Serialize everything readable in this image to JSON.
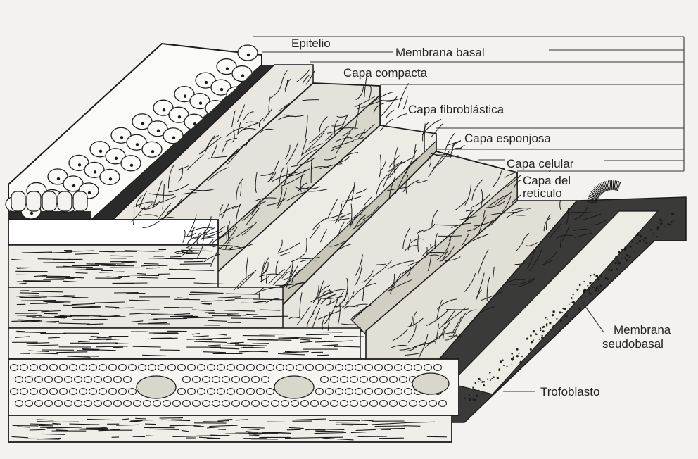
{
  "labels": {
    "epitelio": "Epitelio",
    "membrana_basal": "Membrana basal",
    "capa_compacta": "Capa compacta",
    "capa_fibroblastica": "Capa fibroblástica",
    "capa_esponjosa": "Capa esponjosa",
    "capa_celular": "Capa celular",
    "capa_del_reticulo_1": "Capa del",
    "capa_del_reticulo_2": "retículo",
    "membrana_seudobasal_1": "Membrana",
    "membrana_seudobasal_2": "seudobasal",
    "trofoblasto": "Trofoblasto"
  },
  "colors": {
    "background": "#f3f2ee",
    "ink": "#1b1b1b",
    "dark_band": "#2a2a2a"
  }
}
